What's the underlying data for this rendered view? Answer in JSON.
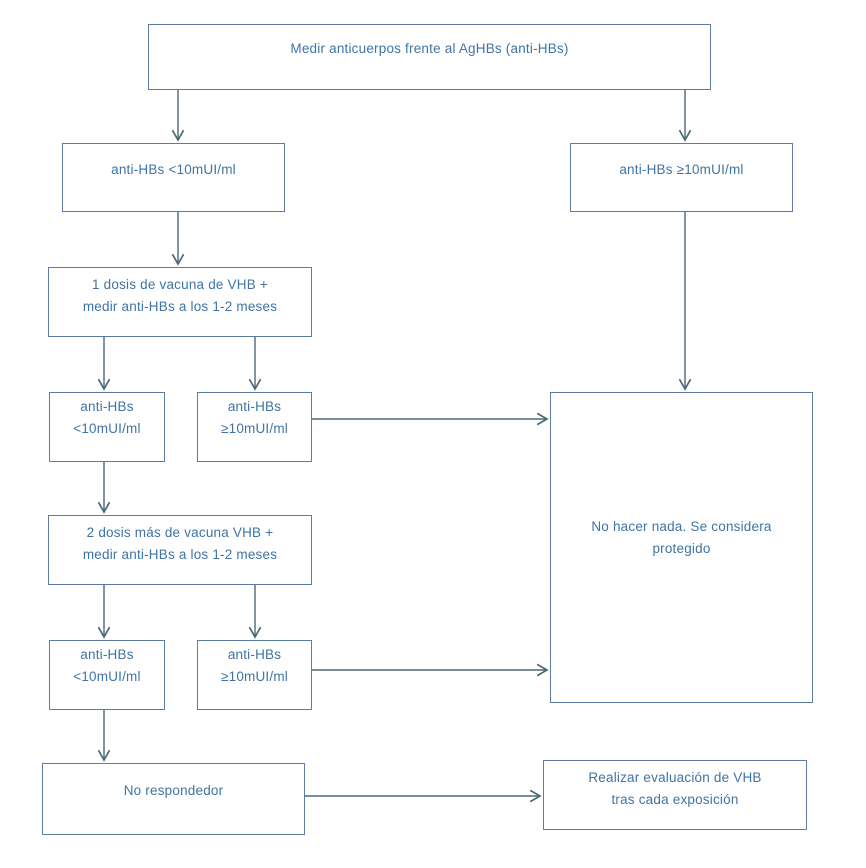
{
  "diagram": {
    "type": "flowchart",
    "colors": {
      "box_border": "#5d7ca4",
      "box_text": "#3f74a6",
      "connector": "#4b6877",
      "background": "#ffffff"
    },
    "nodes": {
      "measure": {
        "label": "Medir anticuerpos frente al AgHBs (anti-HBs)"
      },
      "low1": {
        "label": "anti-HBs <10mUI/ml"
      },
      "high1": {
        "label": "anti-HBs ≥10mUI/ml"
      },
      "dose1": {
        "label": "1 dosis de vacuna de VHB +\nmedir anti-HBs a los 1-2 meses"
      },
      "low2": {
        "label": "anti-HBs\n<10mUI/ml"
      },
      "high2": {
        "label": "anti-HBs\n≥10mUI/ml"
      },
      "dose2": {
        "label": "2 dosis más de vacuna VHB +\nmedir anti-HBs a los 1-2 meses"
      },
      "low3": {
        "label": "anti-HBs\n<10mUI/ml"
      },
      "high3": {
        "label": "anti-HBs\n≥10mUI/ml"
      },
      "protected": {
        "label": "No hacer nada. Se considera\nprotegido"
      },
      "nonresponder": {
        "label": "No respondedor"
      },
      "evaluate": {
        "label": "Realizar evaluación de VHB\ntras cada exposición"
      }
    }
  }
}
